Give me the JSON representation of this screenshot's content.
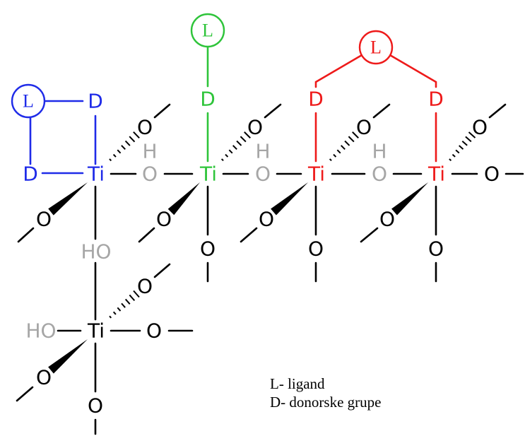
{
  "colors": {
    "blue": "#1f2be8",
    "green": "#2ec43a",
    "red": "#ee1a1a",
    "gray": "#a6a6a6",
    "black": "#000000"
  },
  "labels": {
    "ti": "Ti",
    "o": "O",
    "h": "H",
    "ho": "HO",
    "d": "D",
    "l": "L"
  },
  "legend": {
    "ligand": "L- ligand",
    "donor": "D- donorske grupe"
  }
}
